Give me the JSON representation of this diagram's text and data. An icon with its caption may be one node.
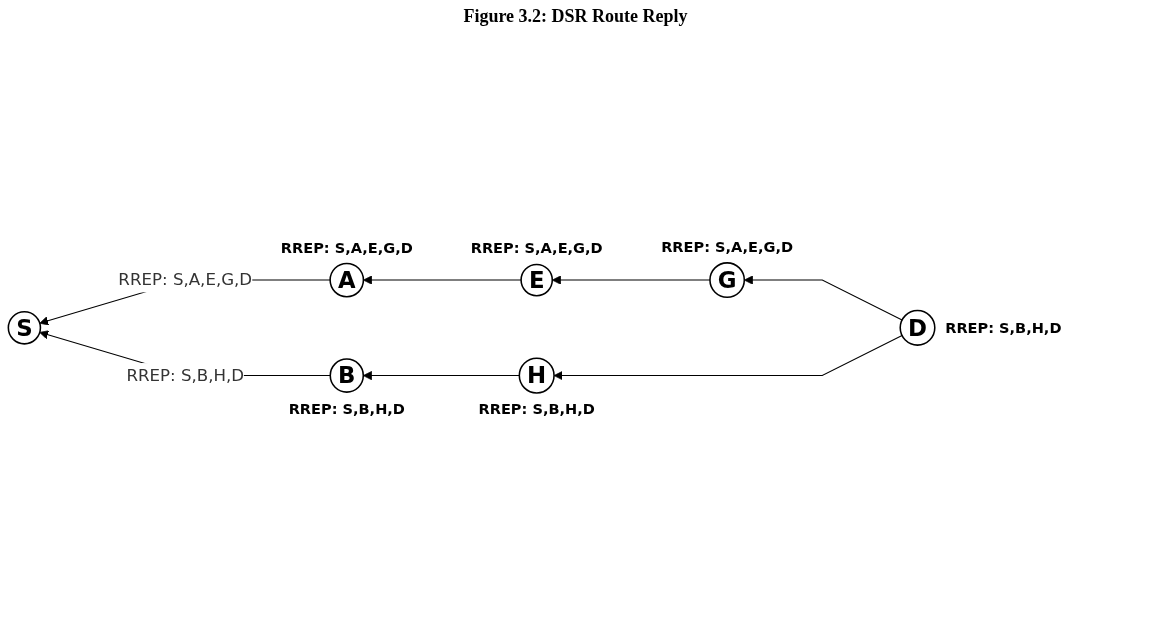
{
  "diagram": {
    "title": "Figure 3.2:  DSR Route Reply",
    "nodes": [
      {
        "text": [
          "A"
        ],
        "beside": [
          "RREP: S,A,E,G,D"
        ]
      },
      {
        "text": [
          "E"
        ],
        "beside": [
          "RREP: S,A,E,G,D"
        ]
      },
      {
        "text": [
          "G"
        ],
        "beside": [
          "RREP: S,A,E,G,D"
        ]
      },
      {
        "text": [
          "S"
        ]
      },
      {
        "text": [
          "B"
        ],
        "beside": [
          "RREP: S,B,H,D"
        ]
      },
      {
        "text": [
          "H"
        ],
        "beside": [
          "RREP: S,B,H,D"
        ]
      },
      {
        "text": [
          "D"
        ],
        "beside": [
          "RREP: S,B,H,D"
        ]
      }
    ],
    "edges": [
      {
        "from": 1,
        "to": 0,
        "arrow": "to"
      },
      {
        "from": 2,
        "to": 1,
        "arrow": "to"
      },
      {
        "from": 0,
        "to": 3,
        "arrow": "to",
        "label": "RREP: S,A,E,G,D"
      },
      {
        "from": 6,
        "to": 2,
        "arrow": "to"
      },
      {
        "from": 4,
        "to": 3,
        "arrow": "to",
        "label": "RREP: S,B,H,D"
      },
      {
        "from": 5,
        "to": 4,
        "arrow": "to"
      },
      {
        "from": 6,
        "to": 5,
        "arrow": "to"
      }
    ]
  }
}
